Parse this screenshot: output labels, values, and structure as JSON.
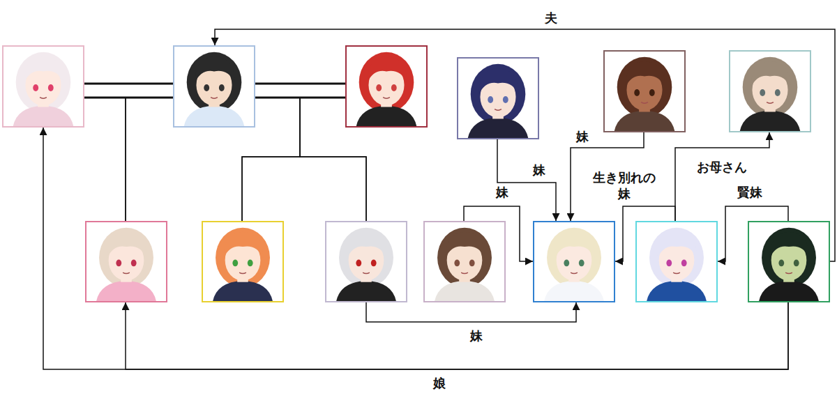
{
  "diagram": {
    "nodes": [
      {
        "text": []
      },
      {
        "text": []
      },
      {
        "text": []
      },
      {
        "text": []
      },
      {
        "text": []
      },
      {
        "text": []
      },
      {
        "text": []
      },
      {
        "text": []
      },
      {
        "text": []
      },
      {
        "text": []
      },
      {
        "text": []
      },
      {
        "text": []
      },
      {
        "text": []
      }
    ],
    "edges": [
      {
        "from": 0,
        "to": 1,
        "arrow": "none"
      },
      {
        "from": 1,
        "to": 2,
        "arrow": "none"
      },
      {
        "from": 0,
        "to": 6,
        "arrow": "none"
      },
      {
        "from": 1,
        "to": 6,
        "arrow": "none"
      },
      {
        "from": 1,
        "to": 7,
        "arrow": "none"
      },
      {
        "from": 2,
        "to": 7,
        "arrow": "none"
      },
      {
        "from": 1,
        "to": 8,
        "arrow": "none"
      },
      {
        "from": 2,
        "to": 8,
        "arrow": "none"
      },
      {
        "from": 12,
        "to": 1,
        "arrow": "to",
        "label": "夫"
      },
      {
        "from": 3,
        "to": 10,
        "arrow": "to",
        "label": "妹"
      },
      {
        "from": 4,
        "to": 10,
        "arrow": "to",
        "label": "妹"
      },
      {
        "from": 9,
        "to": 10,
        "arrow": "to",
        "label": "妹"
      },
      {
        "from": 8,
        "to": 10,
        "arrow": "to",
        "label": "妹"
      },
      {
        "from": 11,
        "to": 10,
        "arrow": "to",
        "label": "生き別れの 妹"
      },
      {
        "from": 11,
        "to": 5,
        "arrow": "to",
        "label": "お母さん"
      },
      {
        "from": 12,
        "to": 11,
        "arrow": "to",
        "label": "賢妹"
      },
      {
        "from": 12,
        "to": 0,
        "arrow": "to",
        "label": "娘"
      },
      {
        "from": 12,
        "to": 6,
        "arrow": "to"
      }
    ]
  }
}
